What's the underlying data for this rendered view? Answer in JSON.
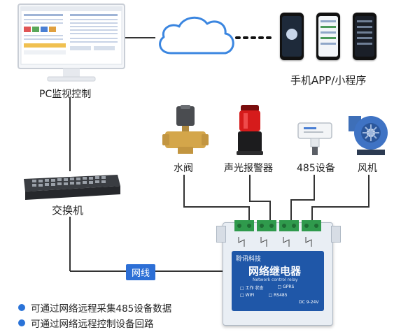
{
  "labels": {
    "pc": "PC监视控制",
    "app": "手机APP/小程序",
    "switch": "交换机",
    "valve": "水阀",
    "alarm": "声光报警器",
    "device485": "485设备",
    "fan": "风机",
    "network_cable": "网线"
  },
  "module": {
    "brand": "聆讯科技",
    "title": "网络继电器",
    "subtitle": "Network control relay",
    "indicators": [
      "工作 状态",
      "WIFI",
      "GPRS",
      "RS485"
    ],
    "power": "DC 9-24V"
  },
  "bullets": [
    "可通过网络远程采集485设备数据",
    "可通过网络远程控制设备回路"
  ],
  "colors": {
    "accent": "#2d6fd6",
    "cloud_stroke": "#3b86e0",
    "module_body": "#e9eef4",
    "module_label": "#1f57a8"
  }
}
